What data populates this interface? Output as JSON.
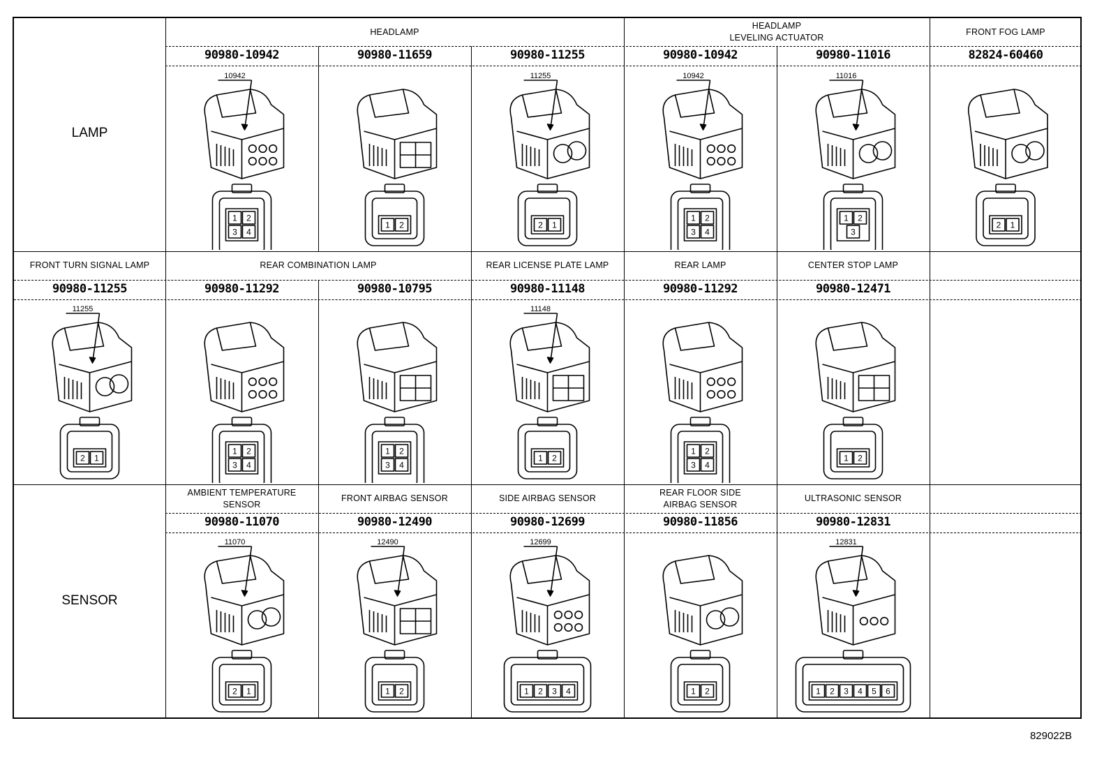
{
  "categories": {
    "lamp": "LAMP",
    "sensor": "SENSOR"
  },
  "row1": {
    "headlamp_title": "HEADLAMP",
    "leveling_title": "HEADLAMP\nLEVELING ACTUATOR",
    "fog_title": "FRONT FOG LAMP",
    "cells": [
      {
        "part": "90980-10942",
        "label": "10942",
        "pins": [
          "1",
          "2",
          "3",
          "4"
        ]
      },
      {
        "part": "90980-11659",
        "label": "",
        "pins": [
          "1",
          "2"
        ]
      },
      {
        "part": "90980-11255",
        "label": "11255",
        "pins": [
          "2",
          "1"
        ]
      },
      {
        "part": "90980-10942",
        "label": "10942",
        "pins": [
          "1",
          "2",
          "3",
          "4"
        ]
      },
      {
        "part": "90980-11016",
        "label": "11016",
        "pins": [
          "1",
          "2",
          "3"
        ]
      },
      {
        "part": "82824-60460",
        "label": "",
        "pins": [
          "2",
          "1"
        ]
      }
    ]
  },
  "row2": {
    "titles": [
      "FRONT TURN SIGNAL LAMP",
      "REAR COMBINATION LAMP",
      "REAR LICENSE PLATE LAMP",
      "REAR LAMP",
      "CENTER STOP LAMP"
    ],
    "cells": [
      {
        "part": "90980-11255",
        "label": "11255",
        "pins": [
          "2",
          "1"
        ]
      },
      {
        "part": "90980-11292",
        "label": "",
        "pins": [
          "1",
          "2",
          "3",
          "4"
        ]
      },
      {
        "part": "90980-10795",
        "label": "",
        "pins": [
          "1",
          "2",
          "3",
          "4"
        ]
      },
      {
        "part": "90980-11148",
        "label": "11148",
        "pins": [
          "1",
          "2"
        ]
      },
      {
        "part": "90980-11292",
        "label": "",
        "pins": [
          "1",
          "2",
          "3",
          "4"
        ]
      },
      {
        "part": "90980-12471",
        "label": "",
        "pins": [
          "1",
          "2"
        ]
      }
    ]
  },
  "row3": {
    "titles": [
      "AMBIENT TEMPERATURE\nSENSOR",
      "FRONT AIRBAG SENSOR",
      "SIDE AIRBAG SENSOR",
      "REAR FLOOR SIDE\nAIRBAG SENSOR",
      "ULTRASONIC SENSOR"
    ],
    "cells": [
      {
        "part": "90980-11070",
        "label": "11070",
        "pins": [
          "2",
          "1"
        ]
      },
      {
        "part": "90980-12490",
        "label": "12490",
        "pins": [
          "1",
          "2"
        ]
      },
      {
        "part": "90980-12699",
        "label": "12699",
        "pins": [
          "1",
          "2",
          "3",
          "4"
        ]
      },
      {
        "part": "90980-11856",
        "label": "",
        "pins": [
          "1",
          "2"
        ]
      },
      {
        "part": "90980-12831",
        "label": "12831",
        "pins": [
          "1",
          "2",
          "3",
          "4",
          "5",
          "6"
        ]
      }
    ]
  },
  "diagram_code": "829022B"
}
